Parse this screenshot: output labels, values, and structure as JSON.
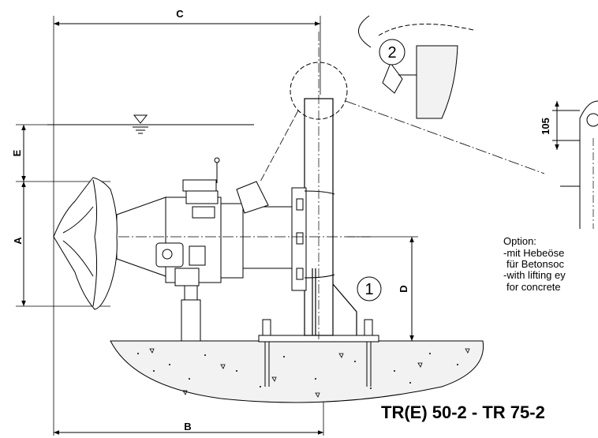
{
  "dimensions": {
    "c": "C",
    "b": "B",
    "a": "A",
    "e": "E",
    "d": "D",
    "detail_height": "105"
  },
  "callouts": {
    "one": "1",
    "two": "2"
  },
  "option_note": {
    "line1": "Option:",
    "line2": "-mit Hebeöse",
    "line3": "für Betonsoc",
    "line4": "-with lifting ey",
    "line5": "for concrete"
  },
  "model_title": "TR(E) 50-2 - TR 75-2"
}
